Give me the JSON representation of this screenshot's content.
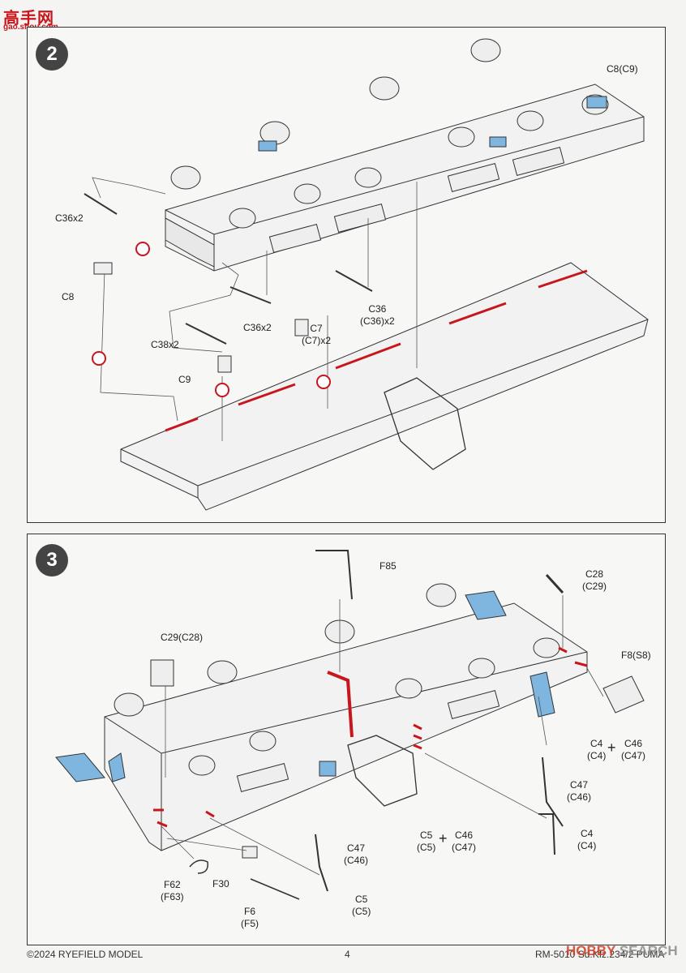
{
  "watermark": {
    "logo": "高手网",
    "url": "gao.shou.com"
  },
  "steps": [
    {
      "number": "2",
      "labels": {
        "c8_c9": "C8(C9)",
        "c36x2_a": "C36x2",
        "c8": "C8",
        "c36x2_b": "C36x2",
        "c36_line1": "C36",
        "c36_line2": "(C36)x2",
        "c7_line1": "C7",
        "c7_line2": "(C7)x2",
        "c38x2": "C38x2",
        "c9": "C9"
      }
    },
    {
      "number": "3",
      "labels": {
        "f85": "F85",
        "c28_line1": "C28",
        "c28_line2": "(C29)",
        "c29_c28": "C29(C28)",
        "f8_s8": "F8(S8)",
        "c4_line1": "C4",
        "c4_line2": "(C4)",
        "c46_line1": "C46",
        "c46_line2": "(C47)",
        "c47_line1": "C47",
        "c47_line2": "(C46)",
        "c4b_line1": "C4",
        "c4b_line2": "(C4)",
        "c5_line1": "C5",
        "c5_line2": "(C5)",
        "c46b_line1": "C46",
        "c46b_line2": "(C47)",
        "c47b_line1": "C47",
        "c47b_line2": "(C46)",
        "f62_line1": "F62",
        "f62_line2": "(F63)",
        "f30": "F30",
        "f6_line1": "F6",
        "f6_line2": "(F5)",
        "c5b_line1": "C5",
        "c5b_line2": "(C5)",
        "plus": "+"
      }
    }
  ],
  "footer": {
    "copyright": "©2024 RYEFIELD MODEL",
    "page": "4",
    "product": "RM-5010 Sd.Kfz.234/2 PUMA",
    "site_logo_a": "HOBBY",
    "site_logo_b": "SEARCH"
  },
  "colors": {
    "glue_red": "#c8161d",
    "part_blue": "#7fb6e0",
    "outline": "#333333"
  }
}
